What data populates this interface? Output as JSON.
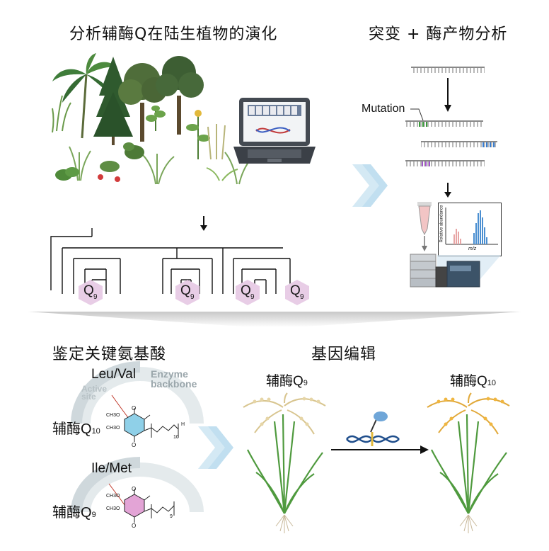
{
  "panels": {
    "top_left_title": "分析辅酶Q在陆生植物的演化",
    "top_right_title": "突变 + 酶产物分析",
    "bottom_left_title": "鉴定关键氨基酸",
    "bottom_right_title": "基因编辑"
  },
  "phylogeny": {
    "q_label": "Q",
    "q_sub": "9",
    "tags": [
      "Q9",
      "Q9",
      "Q9",
      "Q9"
    ]
  },
  "mutation": {
    "label": "Mutation",
    "ms_ylabel": "Relative abundance",
    "ms_xlabel": "m/z"
  },
  "enzyme": {
    "top_residues": "Leu/Val",
    "bottom_residues": "Ile/Met",
    "enzyme_label_1": "Enzyme",
    "enzyme_label_2": "backbone",
    "active_1": "Active",
    "active_2": "site",
    "coq10_name": "辅酶Q",
    "coq10_sub": "10",
    "coq9_name": "辅酶Q",
    "coq9_sub": "9",
    "tail_n10": "10",
    "tail_n9": "9",
    "ch3o": "CH3O",
    "me": "H",
    "o": "O"
  },
  "rice": {
    "left_name": "辅酶Q",
    "left_sub": "9",
    "right_name": "辅酶Q",
    "right_sub": "10"
  },
  "colors": {
    "arrow_blue": "#cfe6f3",
    "hex_pink": "#e8cde6",
    "hex_blue": "#8fd0e8",
    "hex_pink2": "#e3a4d6",
    "mut_green": "#3a9a3a",
    "mut_blue": "#3a7ecf",
    "mut_purple": "#a155c9",
    "peak_blue": "#4b8fd1",
    "peak_pink": "#e7a5a5"
  }
}
